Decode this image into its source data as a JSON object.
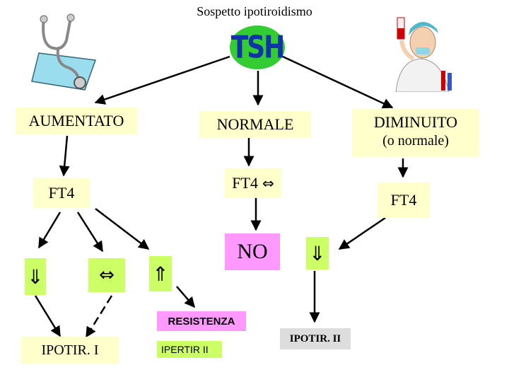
{
  "title": "Sospetto ipotiroidismo",
  "tsh_logo": "TSH",
  "colors": {
    "yellow": "#ffffcc",
    "green": "#ccff66",
    "pink": "#ff99ff",
    "grey": "#dddddd",
    "tsh": "#1133aa",
    "tsh_bg": "#33cc33"
  },
  "nodes": {
    "aumentato": "AUMENTATO",
    "normale": "NORMALE",
    "diminuito": "DIMINUITO",
    "diminuito_sub": "(o normale)",
    "ft4_left": "FT4",
    "ft4_center": "FT4",
    "ft4_center_symbol": "⇔",
    "ft4_right": "FT4",
    "no": "NO",
    "down_left": "⇓",
    "equal_mid": "⇔",
    "up_mid": "⇑",
    "down_right": "⇓",
    "resistenza": "RESISTENZA",
    "ipotir_1": "IPOTIR. I",
    "ipertir_2": "IPERTIR II",
    "ipotir_2": "IPOTIR. II"
  },
  "icons": {
    "left": "stethoscope-clipart-icon",
    "right": "lab-technician-clipart-icon"
  }
}
